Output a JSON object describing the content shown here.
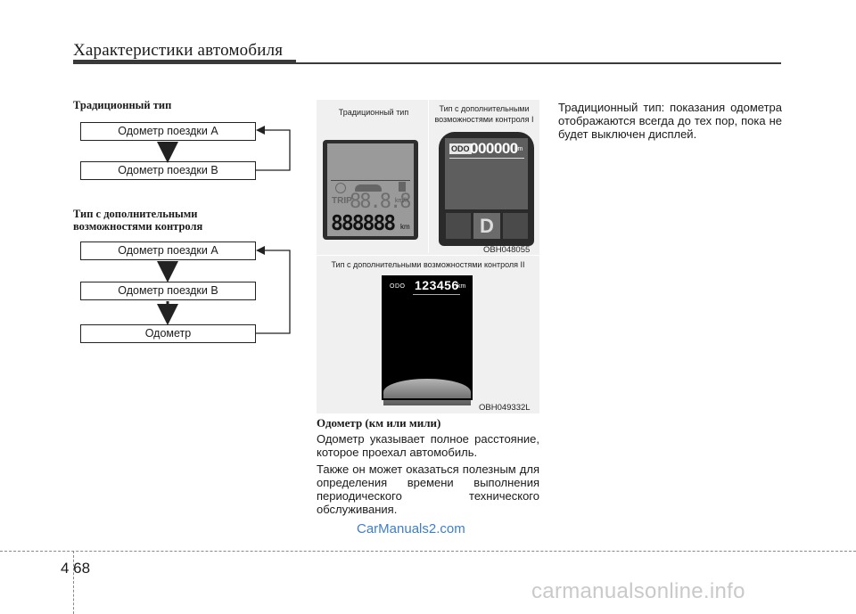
{
  "header": {
    "title": "Характеристики автомобиля"
  },
  "left": {
    "section1_title": "Традиционный тип",
    "section1_boxes": [
      "Одометр поездки A",
      "Одометр поездки B"
    ],
    "section2_title_line1": "Тип с дополнительными",
    "section2_title_line2": "возможностями контроля",
    "section2_boxes": [
      "Одометр поездки A",
      "Одометр поездки B",
      "Одометр"
    ]
  },
  "figure": {
    "caption_traditional": "Традиционный тип",
    "caption_extended_line1": "Тип с дополнительными",
    "caption_extended_line2": "возможностями контроля I",
    "code_top": "OBH048055",
    "caption_bottom": "Тип с дополнительными возможностями контроля II",
    "code_bottom": "OBH049332L",
    "lcd_digits": "888888",
    "lcd_unit": "km",
    "lcd_small_digits": "88.8.8",
    "lcd_trip": "TRIP",
    "lcd_speed_unit": "km/h",
    "odo_label": "ODO",
    "odo_value_top": "000000",
    "odo_unit_top": "km",
    "gear": "D",
    "odo_value_bottom": "123456",
    "odo_unit_bottom": "km"
  },
  "middle_text": {
    "heading": "Одометр (км или мили)",
    "para1": "Одометр указывает полное расстояние, которое проехал автомобиль.",
    "para2": "Также он может оказаться полезным для определения времени выполнения периодического технического обслуживания."
  },
  "right_text": {
    "para": "Традиционный тип: показания одометра отображаются всегда до тех пор, пока не будет выключен дисплей."
  },
  "footer": {
    "page_number": "4 68"
  },
  "watermarks": {
    "site1": "CarManuals2.com",
    "site2": "carmanualsonline.info"
  }
}
